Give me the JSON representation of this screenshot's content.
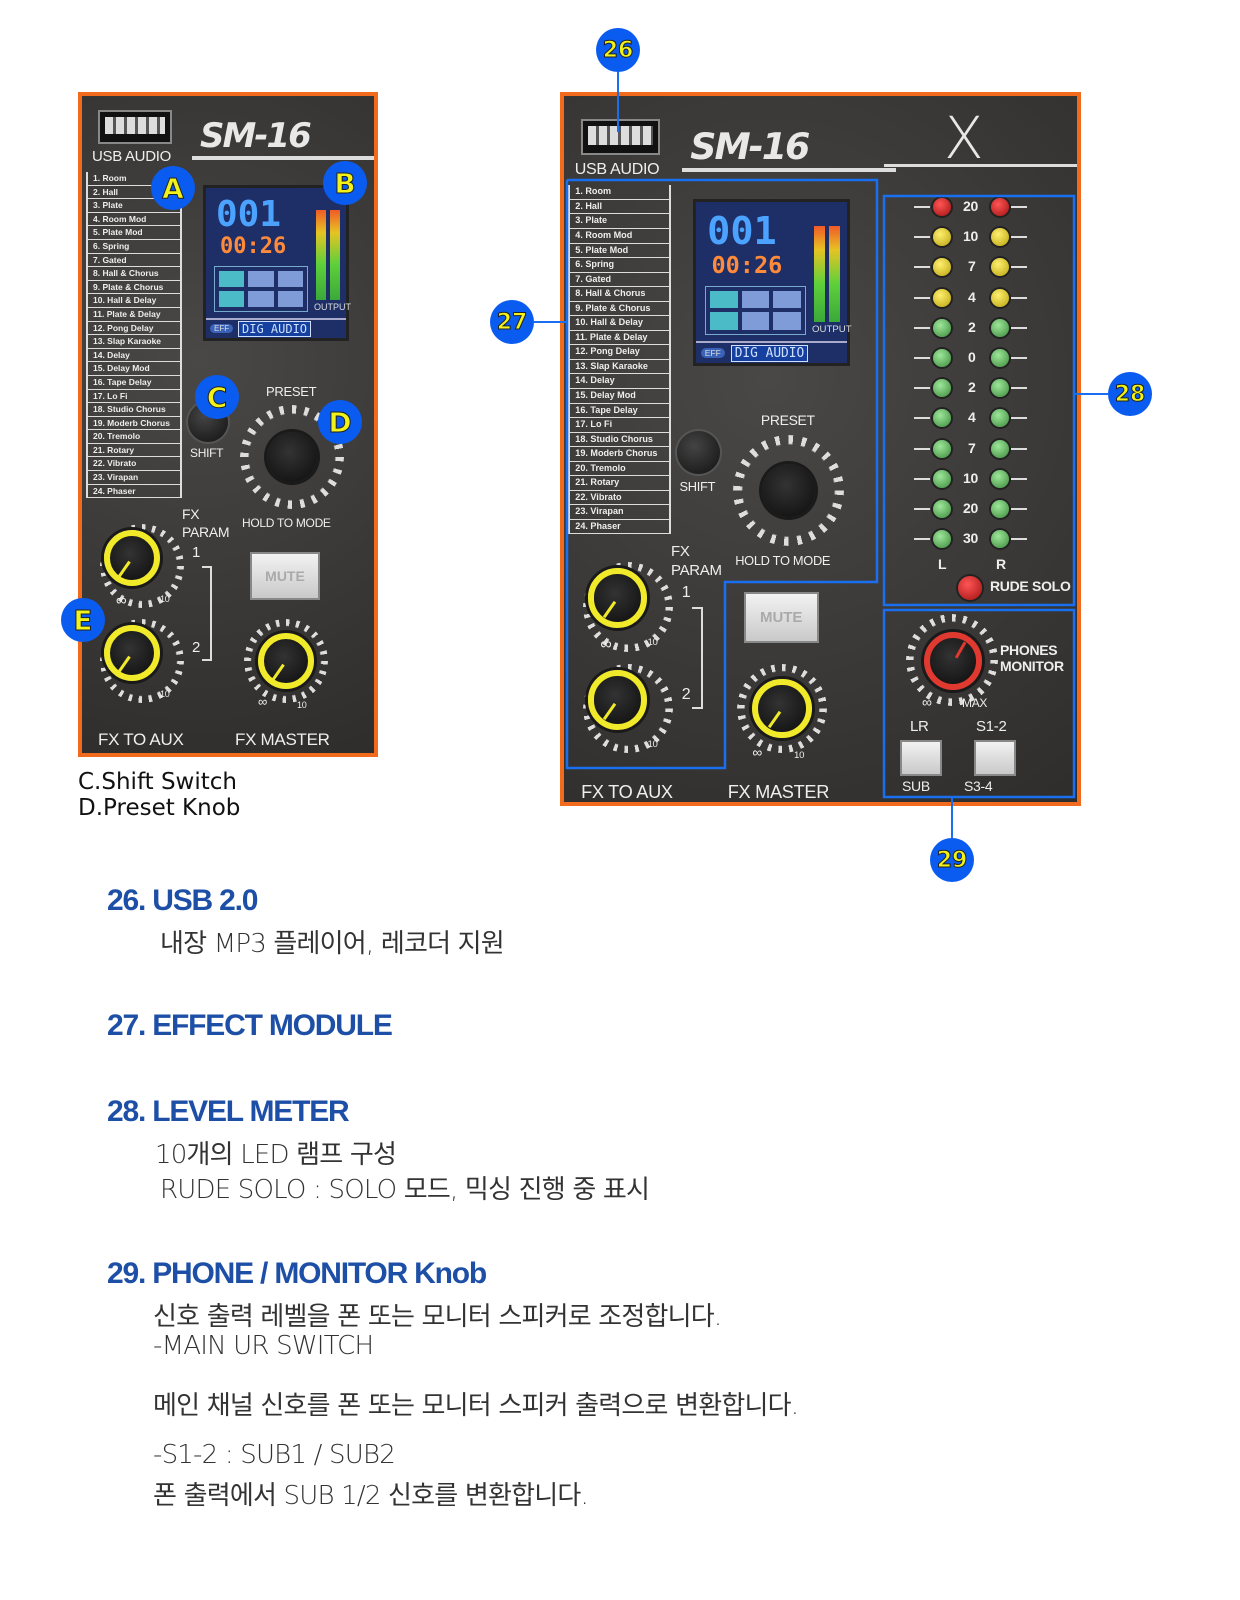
{
  "panel": {
    "usb_label": "USB AUDIO",
    "model": "SM-16",
    "brand_mark": "X",
    "effects": [
      "1. Room",
      "2. Hall",
      "3. Plate",
      "4. Room Mod",
      "5. Plate Mod",
      "6. Spring",
      "7. Gated",
      "8. Hall & Chorus",
      "9. Plate & Chorus",
      "10. Hall & Delay",
      "11. Plate & Delay",
      "12. Pong Delay",
      "13. Slap Karaoke",
      "14. Delay",
      "15. Delay Mod",
      "16. Tape Delay",
      "17. Lo Fi",
      "18. Studio Chorus",
      "19. Moderb Chorus",
      "20. Tremolo",
      "21. Rotary",
      "22. Vibrato",
      "23. Virapan",
      "24. Phaser"
    ],
    "display": {
      "preset": "001",
      "time": "00:26",
      "output": "OUTPUT",
      "eff": "EFF",
      "source": "DIG AUDIO"
    },
    "shift": "SHIFT",
    "preset": "PRESET",
    "hold_to_mode": "HOLD TO MODE",
    "fx_param": "FX",
    "fx_param2": "PARAM",
    "one": "1",
    "two": "2",
    "inf": "∞",
    "ten": "10",
    "mute": "MUTE",
    "fx_to_aux": "FX TO AUX",
    "fx_master": "FX MASTER",
    "meter": {
      "scale": [
        "20",
        "10",
        "7",
        "4",
        "2",
        "0",
        "2",
        "4",
        "7",
        "10",
        "20",
        "30"
      ],
      "colors": [
        "red",
        "yel",
        "yel",
        "yel",
        "grn",
        "grn",
        "grn",
        "grn",
        "grn",
        "grn",
        "grn",
        "grn"
      ],
      "left": "L",
      "right": "R",
      "rude_solo": "RUDE SOLO"
    },
    "phones": "PHONES",
    "monitor": "MONITOR",
    "max": "MAX",
    "lr": "LR",
    "s12": "S1-2",
    "sub": "SUB",
    "s34": "S3-4"
  },
  "badges": {
    "a": "A",
    "b": "B",
    "c": "C",
    "d": "D",
    "e": "E",
    "n26": "26",
    "n27": "27",
    "n28": "28",
    "n29": "29"
  },
  "captions": {
    "c": "C.Shift Switch",
    "d": "D.Preset Knob"
  },
  "sections": {
    "s26": {
      "title": "26. USB 2.0",
      "lines": [
        "내장 MP3 플레이어, 레코더 지원"
      ]
    },
    "s27": {
      "title": "27. EFFECT MODULE"
    },
    "s28": {
      "title": "28. LEVEL METER",
      "lines": [
        "10개의 LED 램프 구성",
        "RUDE SOLO : SOLO 모드, 믹싱 진행 중 표시"
      ]
    },
    "s29": {
      "title": "29. PHONE / MONITOR Knob",
      "lines": [
        "신호 출력 레벨을 폰 또는 모니터 스피커로 조정합니다.",
        "-MAIN UR SWITCH",
        "메인 채널 신호를 폰 또는 모니터 스피커 출력으로 변환합니다.",
        "-S1-2 : SUB1 / SUB2",
        "폰 출력에서 SUB 1/2 신호를 변환합니다."
      ]
    }
  }
}
